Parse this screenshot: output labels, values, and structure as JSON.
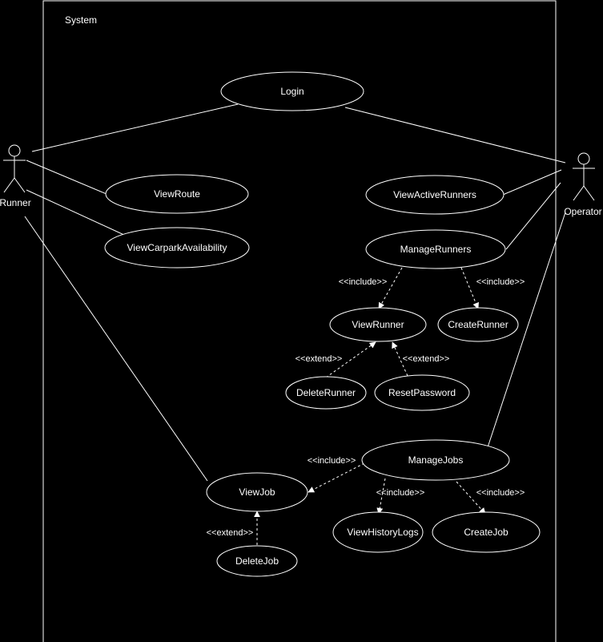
{
  "system": {
    "label": "System"
  },
  "actors": {
    "runner": "Runner",
    "operator": "Operator"
  },
  "use_cases": {
    "login": "Login",
    "view_route": "ViewRoute",
    "view_carpark_availability": "ViewCarparkAvailability",
    "view_active_runners": "ViewActiveRunners",
    "manage_runners": "ManageRunners",
    "view_runner": "ViewRunner",
    "create_runner": "CreateRunner",
    "delete_runner": "DeleteRunner",
    "reset_password": "ResetPassword",
    "manage_jobs": "ManageJobs",
    "view_job": "ViewJob",
    "view_history_logs": "ViewHistoryLogs",
    "create_job": "CreateJob",
    "delete_job": "DeleteJob"
  },
  "relations": {
    "include_view_runner": "<<include>>",
    "include_create_runner": "<<include>>",
    "extend_delete_runner": "<<extend>>",
    "extend_reset_password": "<<extend>>",
    "include_view_job": "<<include>>",
    "include_view_history_logs": "<<include>>",
    "include_create_job": "<<include>>",
    "extend_delete_job": "<<extend>>"
  },
  "colors": {
    "background": "#000000",
    "stroke": "#ffffff",
    "text": "#ffffff"
  }
}
